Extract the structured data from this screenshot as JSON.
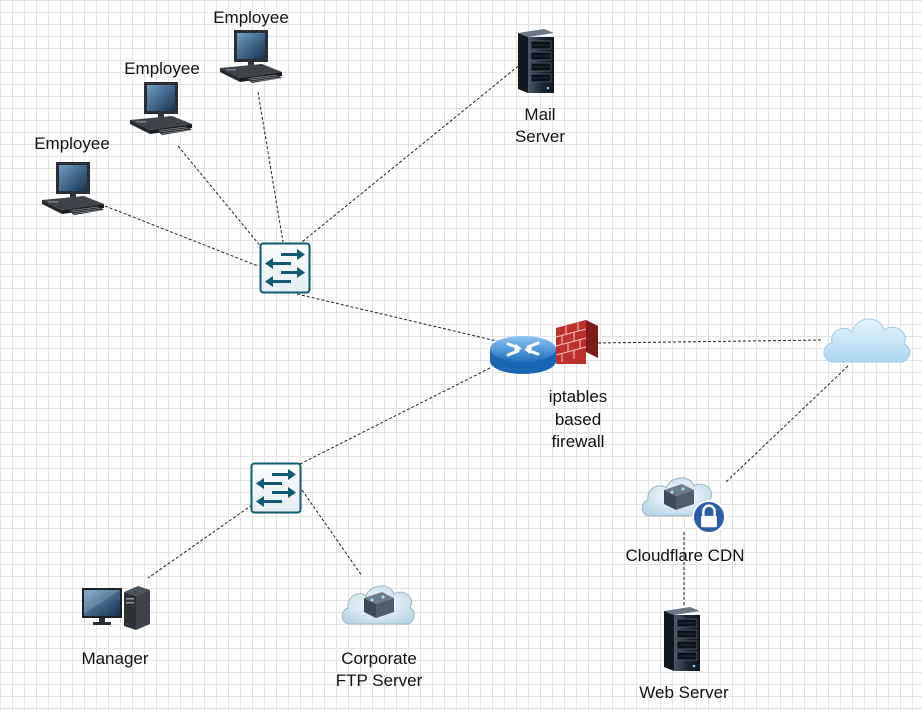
{
  "nodes": {
    "employee_1": {
      "label": "Employee",
      "icon": "desktop-computer-icon"
    },
    "employee_2": {
      "label": "Employee",
      "icon": "desktop-computer-icon"
    },
    "employee_3": {
      "label": "Employee",
      "icon": "desktop-computer-icon"
    },
    "mail_server": {
      "label": "Mail\nServer",
      "icon": "server-rack-icon"
    },
    "switch_top": {
      "label": "",
      "icon": "network-switch-icon"
    },
    "router": {
      "label": "",
      "icon": "router-icon"
    },
    "firewall": {
      "label": "iptables\nbased\nfirewall",
      "icon": "brick-firewall-icon"
    },
    "internet": {
      "label": "",
      "icon": "cloud-icon"
    },
    "switch_bottom": {
      "label": "",
      "icon": "network-switch-icon"
    },
    "manager": {
      "label": "Manager",
      "icon": "workstation-icon"
    },
    "ftp_server": {
      "label": "Corporate\nFTP Server",
      "icon": "cloud-server-icon"
    },
    "cdn": {
      "label": "Cloudflare CDN",
      "icon": "secure-cloud-server-icon"
    },
    "web_server": {
      "label": "Web Server",
      "icon": "server-rack-icon"
    }
  },
  "edges": [
    {
      "from": "employee_1",
      "to": "switch_top"
    },
    {
      "from": "employee_2",
      "to": "switch_top"
    },
    {
      "from": "employee_3",
      "to": "switch_top"
    },
    {
      "from": "mail_server",
      "to": "switch_top"
    },
    {
      "from": "switch_top",
      "to": "router"
    },
    {
      "from": "router",
      "to": "switch_bottom"
    },
    {
      "from": "firewall",
      "to": "internet"
    },
    {
      "from": "internet",
      "to": "cdn"
    },
    {
      "from": "switch_bottom",
      "to": "manager"
    },
    {
      "from": "switch_bottom",
      "to": "ftp_server"
    },
    {
      "from": "cdn",
      "to": "web_server"
    }
  ],
  "colors": {
    "switch": "#0d5a72",
    "router": "#3a8ed6",
    "firewall": "#c0302a",
    "cloud": "#bfe3f7",
    "server": "#1f2a35",
    "edge": "#222222"
  }
}
